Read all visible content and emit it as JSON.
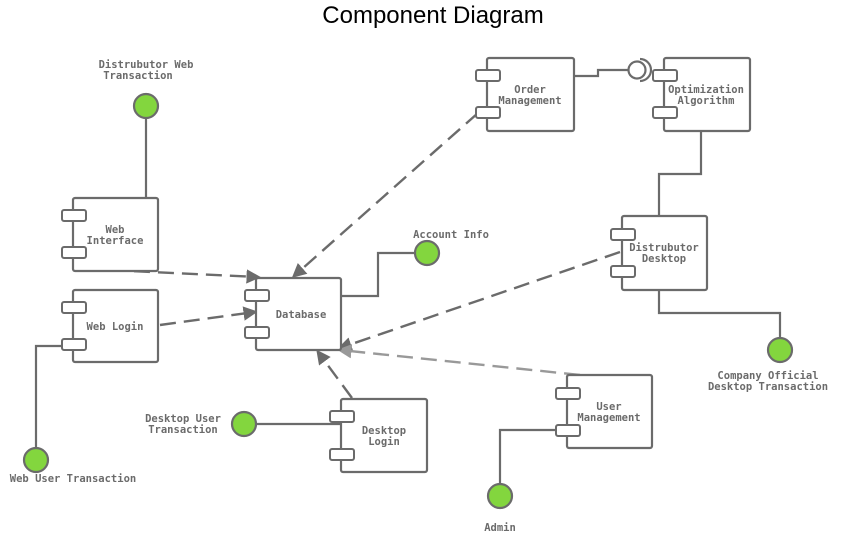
{
  "title": "Component Diagram",
  "colors": {
    "stroke": "#6b6b6b",
    "interface_fill": "#83d63e",
    "light_dash": "#999999",
    "title": "#000000"
  },
  "components": {
    "order_management": [
      "Order",
      "Management"
    ],
    "optimization_algorithm": [
      "Optimization",
      "Algorithm"
    ],
    "web_interface": [
      "Web",
      "Interface"
    ],
    "web_login": [
      "Web Login"
    ],
    "database": [
      "Database"
    ],
    "distributor_desktop": [
      "Distrubutor",
      "Desktop"
    ],
    "user_management": [
      "User",
      "Management"
    ],
    "desktop_login": [
      "Desktop",
      "Login"
    ]
  },
  "interfaces": {
    "distributor_web_transaction": [
      "Distrubutor Web",
      "Transaction"
    ],
    "account_info": [
      "Account Info"
    ],
    "company_official_desktop_transaction": [
      "Company Official",
      "Desktop Transaction"
    ],
    "desktop_user_transaction": [
      "Desktop User",
      "Transaction"
    ],
    "web_user_transaction": [
      "Web User Transaction"
    ],
    "admin": [
      "Admin"
    ]
  }
}
